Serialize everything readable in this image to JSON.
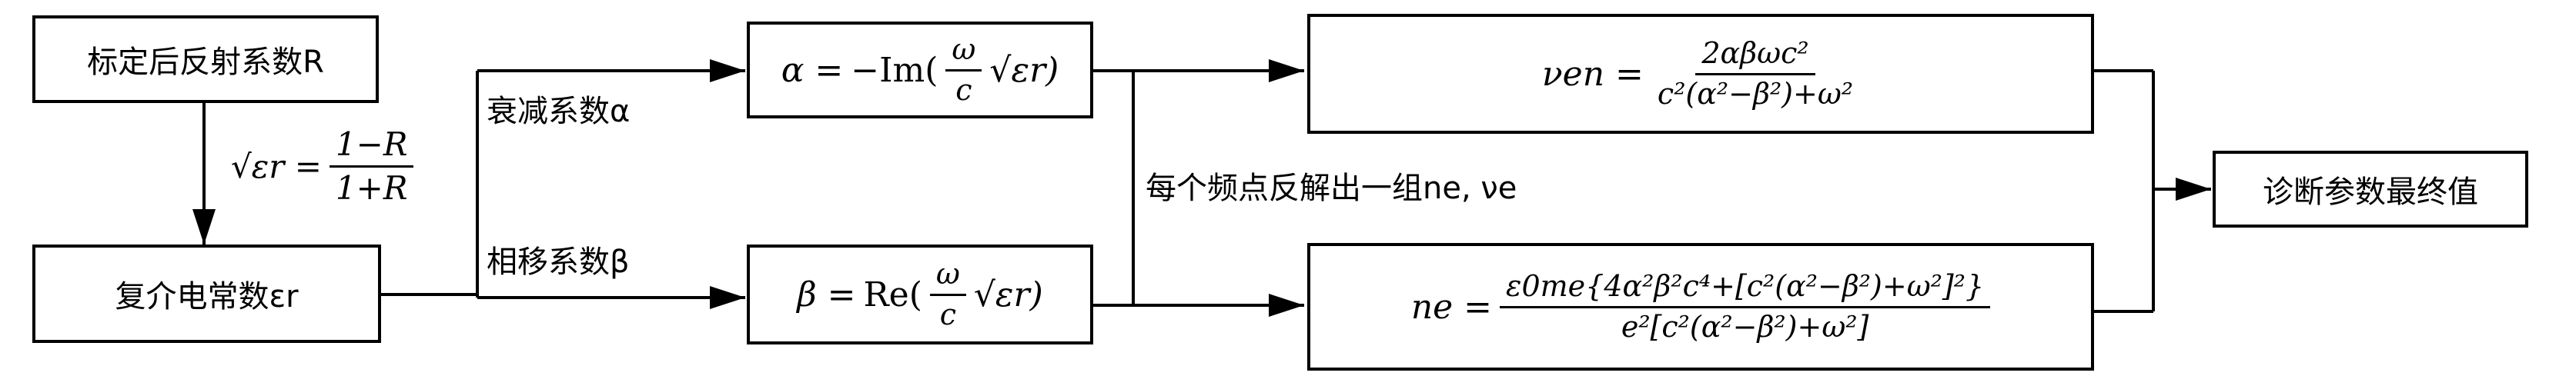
{
  "nodes": {
    "calibrated_R": "标定后反射系数R",
    "complex_permittivity": "复介电常数εr",
    "alpha_formula": {
      "lhs": "α =",
      "pre": "−Im(",
      "num": "ω",
      "den": "c",
      "post": "√εr)"
    },
    "beta_formula": {
      "lhs": "β =",
      "pre": "Re(",
      "num": "ω",
      "den": "c",
      "post": "√εr)"
    },
    "nu_formula": {
      "lhs": "νen =",
      "num": "2αβωc²",
      "den": "c²(α²−β²)+ω²"
    },
    "ne_formula": {
      "lhs": "ne =",
      "num": "ε0me{4α²β²c⁴+[c²(α²−β²)+ω²]²}",
      "den": "e²[c²(α²−β²)+ω²]"
    },
    "result": "诊断参数最终值"
  },
  "labels": {
    "sqrt_eps_lhs": "√εr =",
    "sqrt_eps_num": "1−R",
    "sqrt_eps_den": "1+R",
    "attenuation": "衰减系数α",
    "phase_shift": "相移系数β",
    "per_frequency": "每个频点反解出一组ne, νe"
  }
}
